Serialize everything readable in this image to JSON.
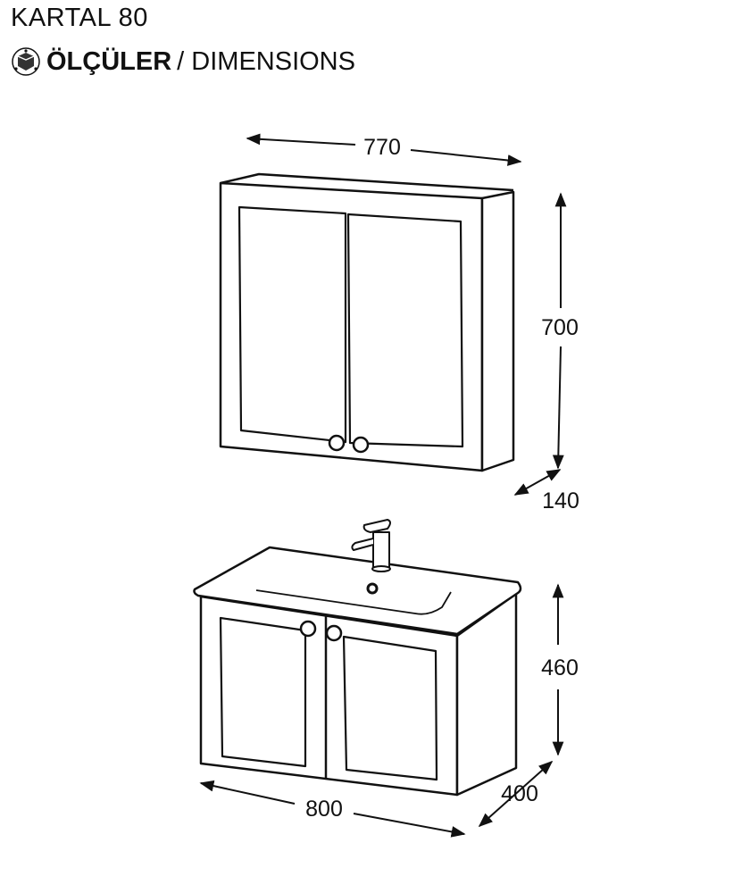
{
  "header": {
    "title": "KARTAL 80",
    "subtitle_bold": "ÖLÇÜLER",
    "subtitle_rest": "/ DIMENSIONS",
    "icon": "dimensions-cube-icon"
  },
  "mirror_cabinet": {
    "width": "770",
    "height": "700",
    "depth": "140"
  },
  "vanity": {
    "width": "800",
    "height": "460",
    "depth": "400"
  }
}
